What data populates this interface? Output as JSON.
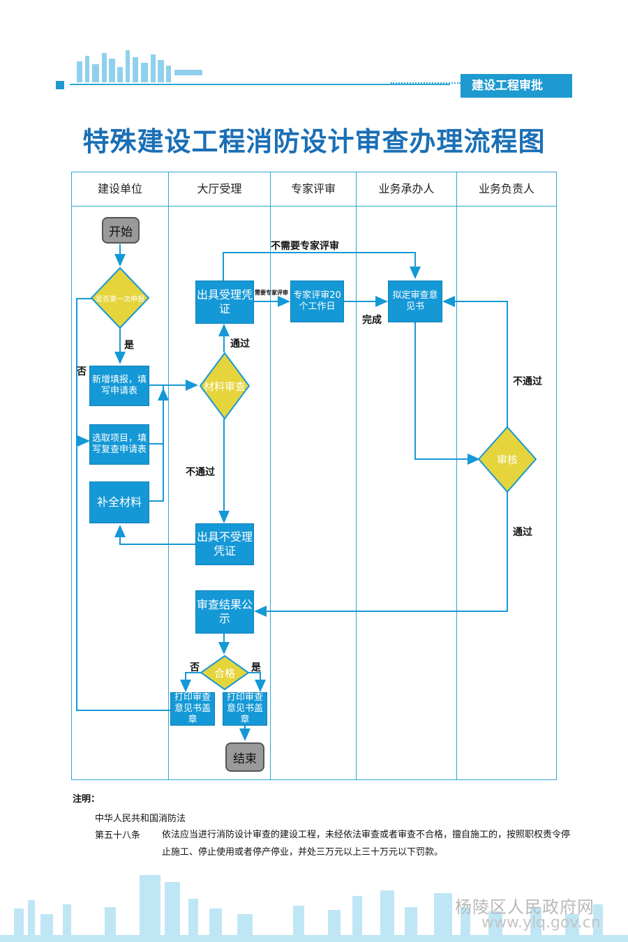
{
  "header": {
    "badge": "建设工程审批"
  },
  "title": "特殊建设工程消防设计审查办理流程图",
  "lanes": [
    "建设单位",
    "大厅受理",
    "专家评审",
    "业务承办人",
    "业务负责人"
  ],
  "nodes": {
    "start": "开始",
    "first_apply": "是否第一次申报",
    "new_fill": "新增填报，填写申请表",
    "select_project": "选取项目，填写复查申请表",
    "supplement": "补全材料",
    "material_review": "材料审查",
    "accept_cert": "出具受理凭证",
    "reject_cert": "出具不受理凭证",
    "expert_review": "专家评审20个工作日",
    "draft_opinion": "拟定审查意见书",
    "audit": "审核",
    "result_publish": "审查结果公示",
    "qualified": "合格",
    "print_left": "打印审查意见书盖章",
    "print_right": "打印审查意见书盖章",
    "end": "结束"
  },
  "edge_labels": {
    "no_expert": "不需要专家评审",
    "need_expert": "需要专家评审",
    "done": "完成",
    "yes_first": "是",
    "no_first": "否",
    "pass_material": "通过",
    "fail_material": "不通过",
    "fail_audit": "不通过",
    "pass_audit": "通过",
    "no_qualified": "否",
    "yes_qualified": "是"
  },
  "notes": {
    "heading": "注明：",
    "law": "中华人民共和国消防法",
    "article": "第五十八条",
    "article_text": "依法应当进行消防设计审查的建设工程，未经依法审查或者审查不合格，擅自施工的，按照职权责令停止施工、停止使用或者停产停业，并处三万元以上三十万元以下罚款。"
  },
  "watermark": {
    "line1": "杨陵区人民政府网",
    "line2": "www.ylq.gov.cn"
  },
  "colors": {
    "accent": "#1598d6",
    "diamond": "#e5d43c",
    "terminal": "#9a9a9a",
    "title": "#1a6fb5"
  }
}
